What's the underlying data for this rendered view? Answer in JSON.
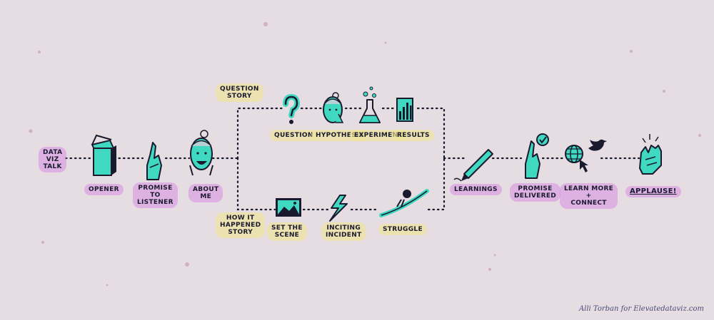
{
  "labels": {
    "data_viz_talk": "DATA\nVIZ\nTALK",
    "opener": "OPENER",
    "promise": "PROMISE\nTO\nLISTENER",
    "about_me": "ABOUT\nME",
    "question_story": "QUESTION\nSTORY",
    "question": "QUESTION",
    "hypothesis": "HYPOTHESIS",
    "experiment": "EXPERIMENT",
    "results": "RESULTS",
    "how_it_happened": "HOW IT\nHAPPENED\nSTORY",
    "set_the_scene": "SET THE\nSCENE",
    "inciting_incident": "INCITING\nINCIDENT",
    "struggle": "STRUGGLE",
    "learnings": "LEARNINGS",
    "promise_delivered": "PROMISE\nDELIVERED",
    "learn_more": "LEARN MORE\n+\nCONNECT",
    "applause": "APPLAUSE!"
  },
  "signature": "Alli Torban  for  Elevatedataviz.com",
  "colors": {
    "background": "#e6dde2",
    "teal": "#3fd9c2",
    "ink": "#1a1a2e",
    "pink_highlight": "#d68ce2",
    "yellow_highlight": "#f0e496"
  }
}
